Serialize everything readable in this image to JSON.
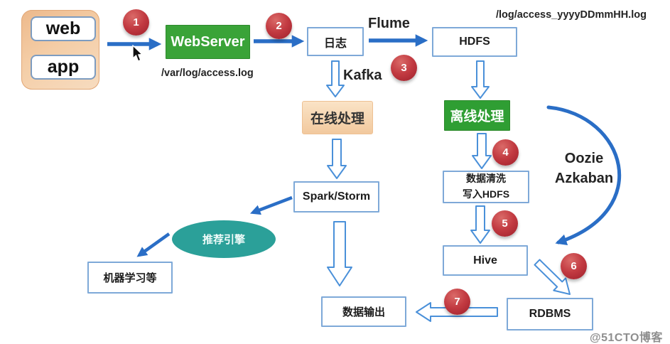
{
  "nodes": {
    "web": "web",
    "app": "app",
    "webserver": "WebServer",
    "log": "日志",
    "hdfs": "HDFS",
    "online": "在线处理",
    "offline": "离线处理",
    "clean_line1": "数据清洗",
    "clean_line2": "写入HDFS",
    "hive": "Hive",
    "spark": "Spark/Storm",
    "engine": "推荐引擎",
    "ml": "机器学习等",
    "output": "数据输出",
    "rdbms": "RDBMS"
  },
  "captions": {
    "webserver_path": "/var/log/access.log",
    "hdfs_path": "/log/access_yyyyDDmmHH.log"
  },
  "edge_labels": {
    "flume": "Flume",
    "kafka": "Kafka",
    "oozie": "Oozie",
    "azkaban": "Azkaban"
  },
  "badges": [
    "1",
    "2",
    "3",
    "4",
    "5",
    "6",
    "7"
  ],
  "watermark": "@51CTO博客",
  "colors": {
    "node_green": "#3aa338",
    "node_peach": "#f2c99e",
    "engine_teal": "#2ba099",
    "badge_red": "#c23a41",
    "arrow_blue": "#2a6ec6",
    "outline_blue": "#4a90d9",
    "box_border_blue": "#7ea9d8"
  }
}
